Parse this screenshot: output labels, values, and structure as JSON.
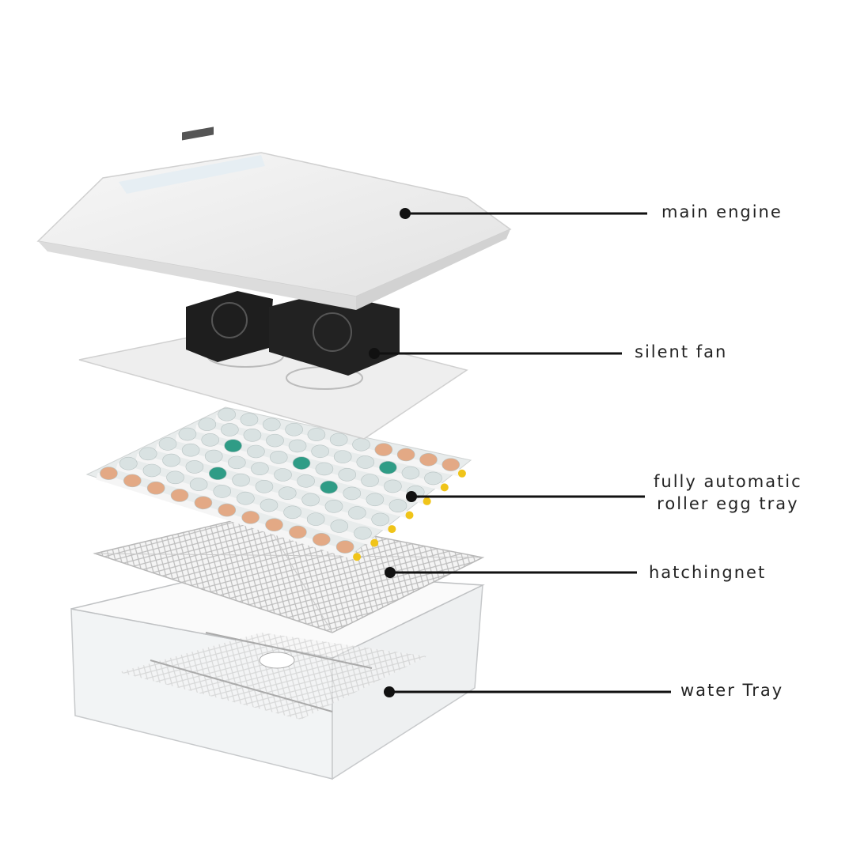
{
  "labels": {
    "main_engine": "main engine",
    "silent_fan": "silent fan",
    "roller_tray_line1": "fully automatic",
    "roller_tray_line2": "roller egg tray",
    "hatching_net": "hatchingnet",
    "water_tray": "water Tray"
  },
  "colors": {
    "lid": "#eeeeee",
    "fan": "#1e1e1e",
    "egg_white": "#d9e2e2",
    "egg_brown": "#e3a985",
    "egg_green": "#2f9c86",
    "roller_cap": "#f0c419",
    "leader": "#111111"
  }
}
